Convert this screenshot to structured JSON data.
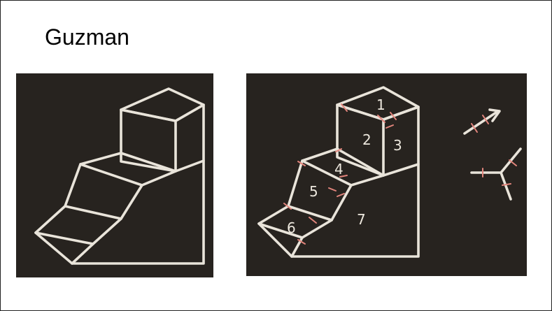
{
  "slide": {
    "title": "Guzman"
  },
  "right_board": {
    "region_labels": [
      "1",
      "2",
      "3",
      "4",
      "5",
      "6",
      "7"
    ]
  },
  "colors": {
    "board": "#27231f",
    "chalk": "#e9e4da",
    "marks": "#e2857c"
  }
}
